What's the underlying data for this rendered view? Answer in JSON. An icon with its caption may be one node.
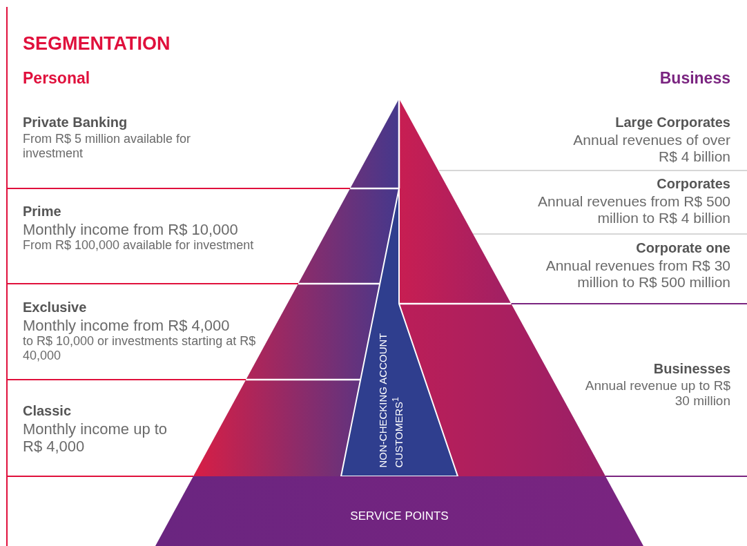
{
  "diagram": {
    "title": "SEGMENTATION",
    "nodes": [
      {
        "text": [
          "Private Banking",
          "From R$ 5 million available for investment"
        ]
      },
      {
        "text": [
          "Prime",
          "Monthly income from R$ 10,000",
          "From R$ 100,000 available for investment"
        ]
      },
      {
        "text": [
          "Exclusive",
          "Monthly income from R$ 4,000",
          "to R$ 10,000 or investments starting at R$ 40,000"
        ]
      },
      {
        "text": [
          "Classic",
          "Monthly income up to R$ 4,000"
        ]
      },
      {
        "text": [
          "Large Corporates",
          "Annual revenues of over R$ 4 billion"
        ]
      },
      {
        "text": [
          "Corporates",
          "Annual revenues from R$ 500 million to R$ 4 billion"
        ]
      },
      {
        "text": [
          "Corporate one",
          "Annual revenues from R$ 30 million to R$ 500 million"
        ]
      },
      {
        "text": [
          "Businesses",
          "Annual revenue up to R$ 30 million"
        ]
      },
      {
        "text": [
          "NON-CHECKING ACCOUNT CUSTOMERS$^{1}$"
        ]
      },
      {
        "text": [
          "SERVICE POINTS"
        ]
      }
    ],
    "labels": [
      "Personal",
      "Business"
    ]
  }
}
